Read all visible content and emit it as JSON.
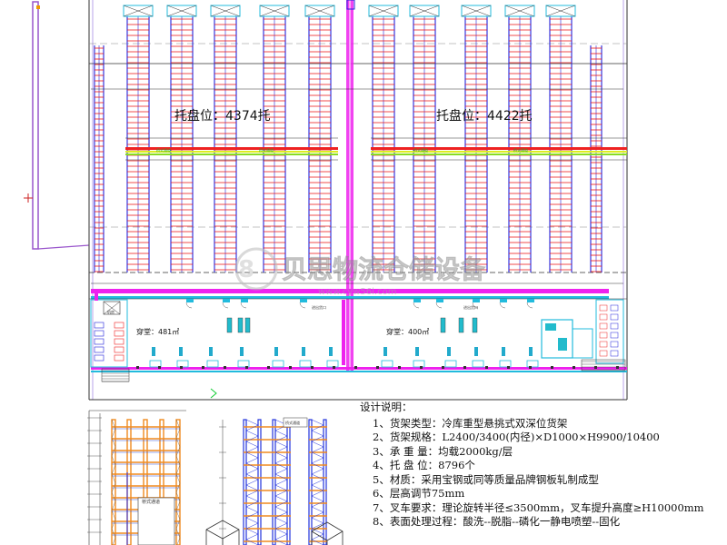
{
  "plan": {
    "left_capacity": "托盘位：4374托",
    "right_capacity": "托盘位：4422托",
    "left_hall": "穿堂：481㎡",
    "right_hall": "穿堂：400㎡",
    "beam_label": "桥式通道",
    "door_label": "进出货口",
    "small_label": "机房"
  },
  "watermark": {
    "brand": "贝思物流仓储设备",
    "url": "www.cyw56l.com"
  },
  "elevations": {
    "left_label": "桥式通道",
    "right_label": "桥式通道"
  },
  "notes": {
    "title": "设计说明：",
    "items": [
      "1、货架类型：冷库重型悬挑式双深位货架",
      "2、货架规格：L2400/3400(内径)×D1000×H9900/10400",
      "3、承 重 量：均载2000kg/层",
      "4、托 盘 位：8796个",
      "5、材质：采用宝钢或同等质量品牌钢板轧制成型",
      "6、层高调节75mm",
      "7、叉车要求：理论旋转半径≤3500mm，叉车提升高度≥H10000mm",
      "8、表面处理过程：酸洗--脱脂--磷化一静电喷塑--固化"
    ]
  },
  "colors": {
    "rack_blue": "#2222dd",
    "rack_red": "#ee1111",
    "magenta": "#ee22ee",
    "cyan": "#22bbdd",
    "green": "#11cc33",
    "orange": "#f08a1e",
    "purple": "#8855cc",
    "wall": "#444444"
  }
}
